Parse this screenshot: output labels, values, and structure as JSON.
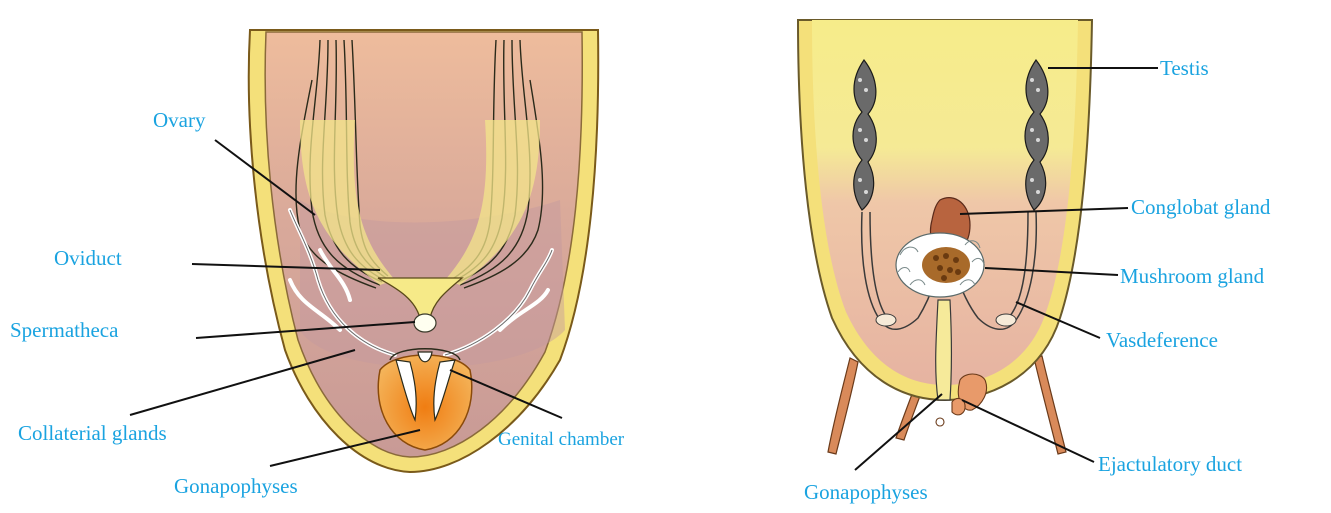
{
  "female_diagram": {
    "labels": {
      "ovary": "Ovary",
      "oviduct": "Oviduct",
      "spermatheca": "Spermatheca",
      "collaterial_glands": "Collaterial glands",
      "gonapophyses": "Gonapophyses",
      "genital_chamber": "Genital chamber"
    }
  },
  "male_diagram": {
    "labels": {
      "testis": "Testis",
      "conglobat_gland": "Conglobat  gland",
      "mushroom_gland": "Mushroom  gland",
      "vasdeference": "Vasdeference",
      "ejaculatory_duct": "Ejactulatory  duct",
      "gonapophyses": "Gonapophyses"
    }
  },
  "colors": {
    "label_text": "#1aa3e0",
    "leader_line": "#111111",
    "body_wall": "#f4e27a",
    "tissue": "#e8b49a",
    "tissue_dark": "#c79a94",
    "accent_orange": "#e8901c",
    "conglobat": "#b8643f"
  }
}
